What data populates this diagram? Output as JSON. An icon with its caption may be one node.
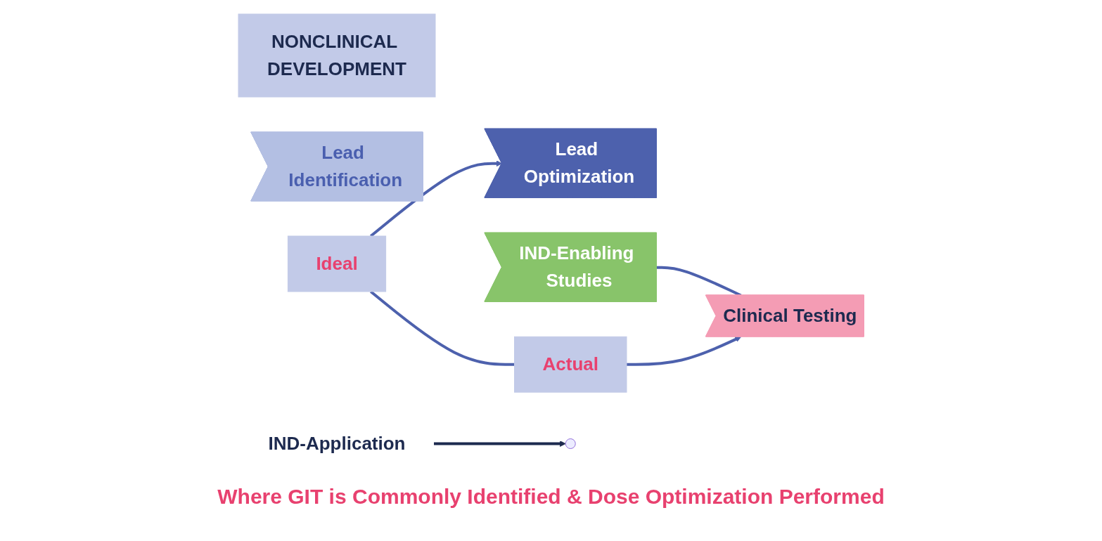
{
  "diagram": {
    "nodes": [
      {
        "text": [
          "NONCLINICAL DEVELOPMENT"
        ]
      },
      {
        "text": [
          "Lead Identification"
        ]
      },
      {
        "text": [
          "Lead Optimization"
        ]
      },
      {
        "text": [
          "IND-Enabling Studies"
        ]
      },
      {
        "text": [
          "Clinical Testing"
        ]
      },
      {
        "text": [
          "IND-Application"
        ]
      },
      {
        "text": [
          "Ideal"
        ]
      },
      {
        "text": [
          "Actual"
        ]
      }
    ],
    "edges": [
      {
        "from": 3,
        "to": 4,
        "arrow": "none"
      },
      {
        "from": 5,
        "to": null,
        "arrow": "to",
        "color": "#1d2a4f"
      },
      {
        "from": 6,
        "to": 2,
        "arrow": "to"
      },
      {
        "from": 7,
        "to": 4,
        "arrow": "to"
      },
      {
        "from": 6,
        "to": 7,
        "arrow": "none"
      }
    ],
    "labels": [
      "Where GIT is Commonly Identified & Dose Optimization Performed"
    ]
  }
}
